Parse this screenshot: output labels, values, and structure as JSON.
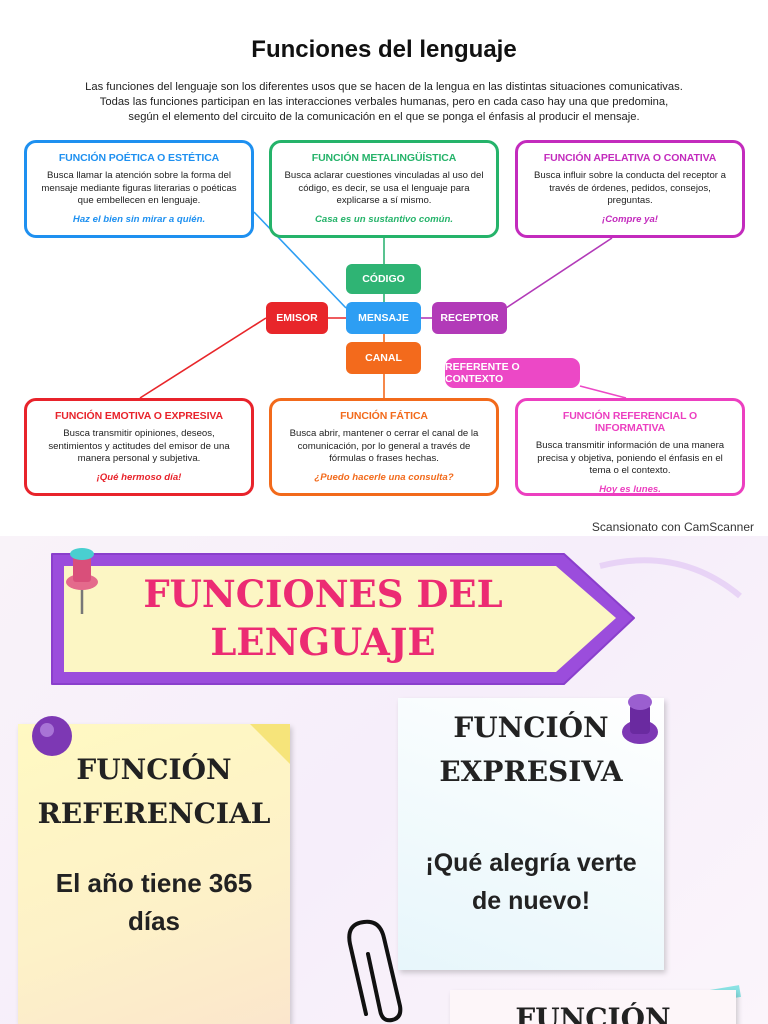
{
  "header": {
    "title": "Funciones del lenguaje",
    "intro": [
      "Las funciones del lenguaje son los diferentes usos que se hacen de la lengua en las distintas situaciones comunicativas.",
      "Todas las funciones participan en las interacciones verbales humanas, pero en cada caso hay una que predomina,",
      "según el elemento del circuito de la comunicación en el que se ponga el énfasis al producir el mensaje."
    ]
  },
  "cards": [
    {
      "title": "FUNCIÓN POÉTICA O ESTÉTICA",
      "desc": "Busca llamar la atención sobre la forma del mensaje mediante figuras literarias o poéticas que embellecen en lenguaje.",
      "example": "Haz el bien sin mirar a quién.",
      "color": "#1e90f0"
    },
    {
      "title": "FUNCIÓN METALINGÜÍSTICA",
      "desc": "Busca aclarar cuestiones vinculadas al uso del código, es decir, se usa el lenguaje para explicarse a sí mismo.",
      "example": "Casa es un sustantivo común.",
      "color": "#25b36a"
    },
    {
      "title": "FUNCIÓN APELATIVA O CONATIVA",
      "desc": "Busca influir sobre la conducta del receptor a través de órdenes, pedidos, consejos, preguntas.",
      "example": "¡Compre ya!",
      "color": "#c32bbd"
    },
    {
      "title": "FUNCIÓN EMOTIVA O EXPRESIVA",
      "desc": "Busca transmitir opiniones, deseos, sentimientos y actitudes del emisor de una manera personal y subjetiva.",
      "example": "¡Qué hermoso día!",
      "color": "#e8232b"
    },
    {
      "title": "FUNCIÓN FÁTICA",
      "desc": "Busca abrir, mantener o cerrar el canal de la comunicación, por lo general a través de fórmulas o frases hechas.",
      "example": "¿Puedo hacerle una consulta?",
      "color": "#f26a1b"
    },
    {
      "title": "FUNCIÓN REFERENCIAL O INFORMATIVA",
      "desc": "Busca transmitir información de una manera precisa y objetiva, poniendo el énfasis en el tema o el contexto.",
      "example": "Hoy es lunes.",
      "color": "#ec3fc0"
    }
  ],
  "diagram": {
    "codigo": "CÓDIGO",
    "emisor": "EMISOR",
    "mensaje": "MENSAJE",
    "receptor": "RECEPTOR",
    "canal": "CANAL",
    "referente": "REFERENTE O CONTEXTO",
    "colors": {
      "codigo": "#2fb474",
      "emisor": "#e8262a",
      "mensaje": "#2d9ef3",
      "receptor": "#b23ab8",
      "canal": "#f36a1c",
      "referente": "#ec48c6"
    }
  },
  "scan_note": "Scansionato con CamScanner",
  "poster": {
    "banner_title": [
      "FUNCIONES DEL",
      "LENGUAJE"
    ],
    "note1": {
      "title": [
        "FUNCIÓN",
        "REFERENCIAL"
      ],
      "example": [
        "El año tiene 365",
        "días"
      ]
    },
    "note2": {
      "title": [
        "FUNCIÓN",
        "EXPRESIVA"
      ],
      "example": [
        "¡Qué alegría verte",
        "de nuevo!"
      ]
    },
    "note3": {
      "title": "FUNCIÓN"
    }
  }
}
